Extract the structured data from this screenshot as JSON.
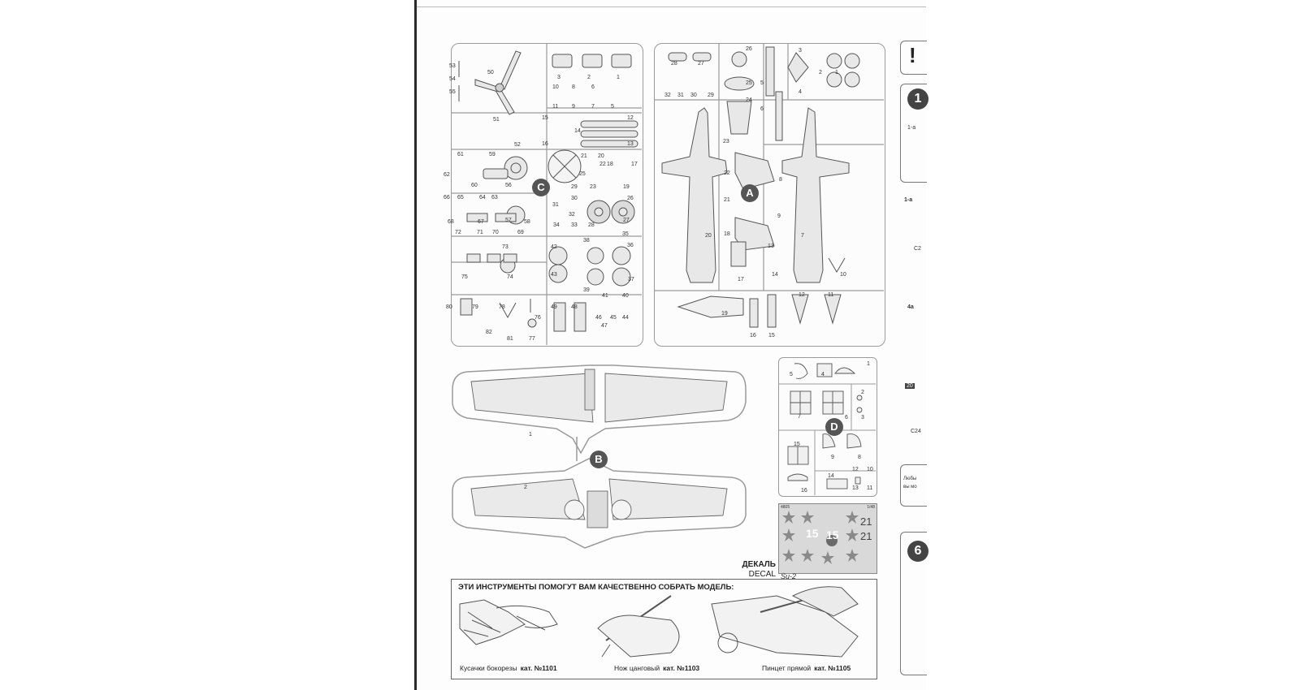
{
  "sprues": {
    "c_letter": "C",
    "a_letter": "A",
    "b_letter": "B",
    "d_letter": "D"
  },
  "sprue_c_parts": {
    "p53": "53",
    "p54": "54",
    "p55": "55",
    "p50": "50",
    "p3": "3",
    "p2": "2",
    "p1": "1",
    "p10": "10",
    "p8": "8",
    "p6": "6",
    "p11": "11",
    "p9": "9",
    "p7": "7",
    "p5": "5",
    "p51": "51",
    "p52": "52",
    "p15": "15",
    "p14": "14",
    "p12": "12",
    "p16": "16",
    "p13": "13",
    "p61": "61",
    "p59": "59",
    "p62": "62",
    "p60": "60",
    "p56": "56",
    "p21": "21",
    "p20": "20",
    "p22": "22",
    "p25": "25",
    "p18": "18",
    "p17": "17",
    "p23": "23",
    "p29": "29",
    "p19": "19",
    "p66": "66",
    "p65": "65",
    "p64": "64",
    "p63": "63",
    "p31": "31",
    "p30": "30",
    "p26": "26",
    "p68": "68",
    "p67": "67",
    "p57": "57",
    "p58": "58",
    "p32": "32",
    "p34": "34",
    "p33": "33",
    "p28": "28",
    "p27": "27",
    "p72": "72",
    "p71": "71",
    "p70": "70",
    "p69": "69",
    "p73": "73",
    "p35": "35",
    "p42": "42",
    "p38": "38",
    "p36": "36",
    "p75": "75",
    "p74": "74",
    "p43": "43",
    "p39": "39",
    "p41": "41",
    "p40": "40",
    "p37": "37",
    "p80": "80",
    "p79": "79",
    "p78": "78",
    "p76": "76",
    "p49": "49",
    "p48": "48",
    "p46": "46",
    "p45": "45",
    "p44": "44",
    "p82": "82",
    "p81": "81",
    "p77": "77",
    "p47": "47"
  },
  "sprue_a_parts": {
    "p28": "28",
    "p27": "27",
    "p26": "26",
    "p3": "3",
    "p4": "4",
    "p2": "2",
    "p1": "1",
    "p32": "32",
    "p31": "31",
    "p30": "30",
    "p29": "29",
    "p25": "25",
    "p24": "24",
    "p5": "5",
    "p6": "6",
    "p23": "23",
    "p22": "22",
    "p8": "8",
    "p21": "21",
    "p20": "20",
    "p9": "9",
    "p7": "7",
    "p18": "18",
    "p13": "13",
    "p14": "14",
    "p17": "17",
    "p10": "10",
    "p19": "19",
    "p12": "12",
    "p11": "11",
    "p16": "16",
    "p15": "15"
  },
  "sprue_b_parts": {
    "p1": "1",
    "p2": "2"
  },
  "sprue_d_parts": {
    "p5": "5",
    "p4": "4",
    "p1": "1",
    "p2": "2",
    "p7": "7",
    "p6": "6",
    "p3": "3",
    "p15": "15",
    "p9": "9",
    "p8": "8",
    "p12": "12",
    "p10": "10",
    "p14": "14",
    "p13": "13",
    "p11": "11",
    "p16": "16"
  },
  "decal": {
    "code_left": "4805",
    "code_right": "1/48",
    "numbers": [
      "15",
      "15",
      "21",
      "21"
    ],
    "label_ru": "ДЕКАЛЬ",
    "label_en": "DECAL",
    "model": "Su-2"
  },
  "tools": {
    "title": "ЭТИ ИНСТРУМЕНТЫ ПОМОГУТ ВАМ КАЧЕСТВЕННО СОБРАТЬ МОДЕЛЬ:",
    "items": [
      {
        "name": "Кусачки бокорезы",
        "cat": "кат. №1101"
      },
      {
        "name": "Нож цанговый",
        "cat": "кат. №1103"
      },
      {
        "name": "Пинцет прямой",
        "cat": "кат. №1105"
      }
    ]
  },
  "next_page": {
    "warning": "!",
    "step1": "1",
    "sub_1a": "1-а",
    "sub_1a_alt": "1-а",
    "c2_label": "C2",
    "sub_4a": "4а",
    "badge_20": "20",
    "c24_label": "C24",
    "note_line1": "Любы",
    "note_line2": "вы мо",
    "step6": "6"
  }
}
